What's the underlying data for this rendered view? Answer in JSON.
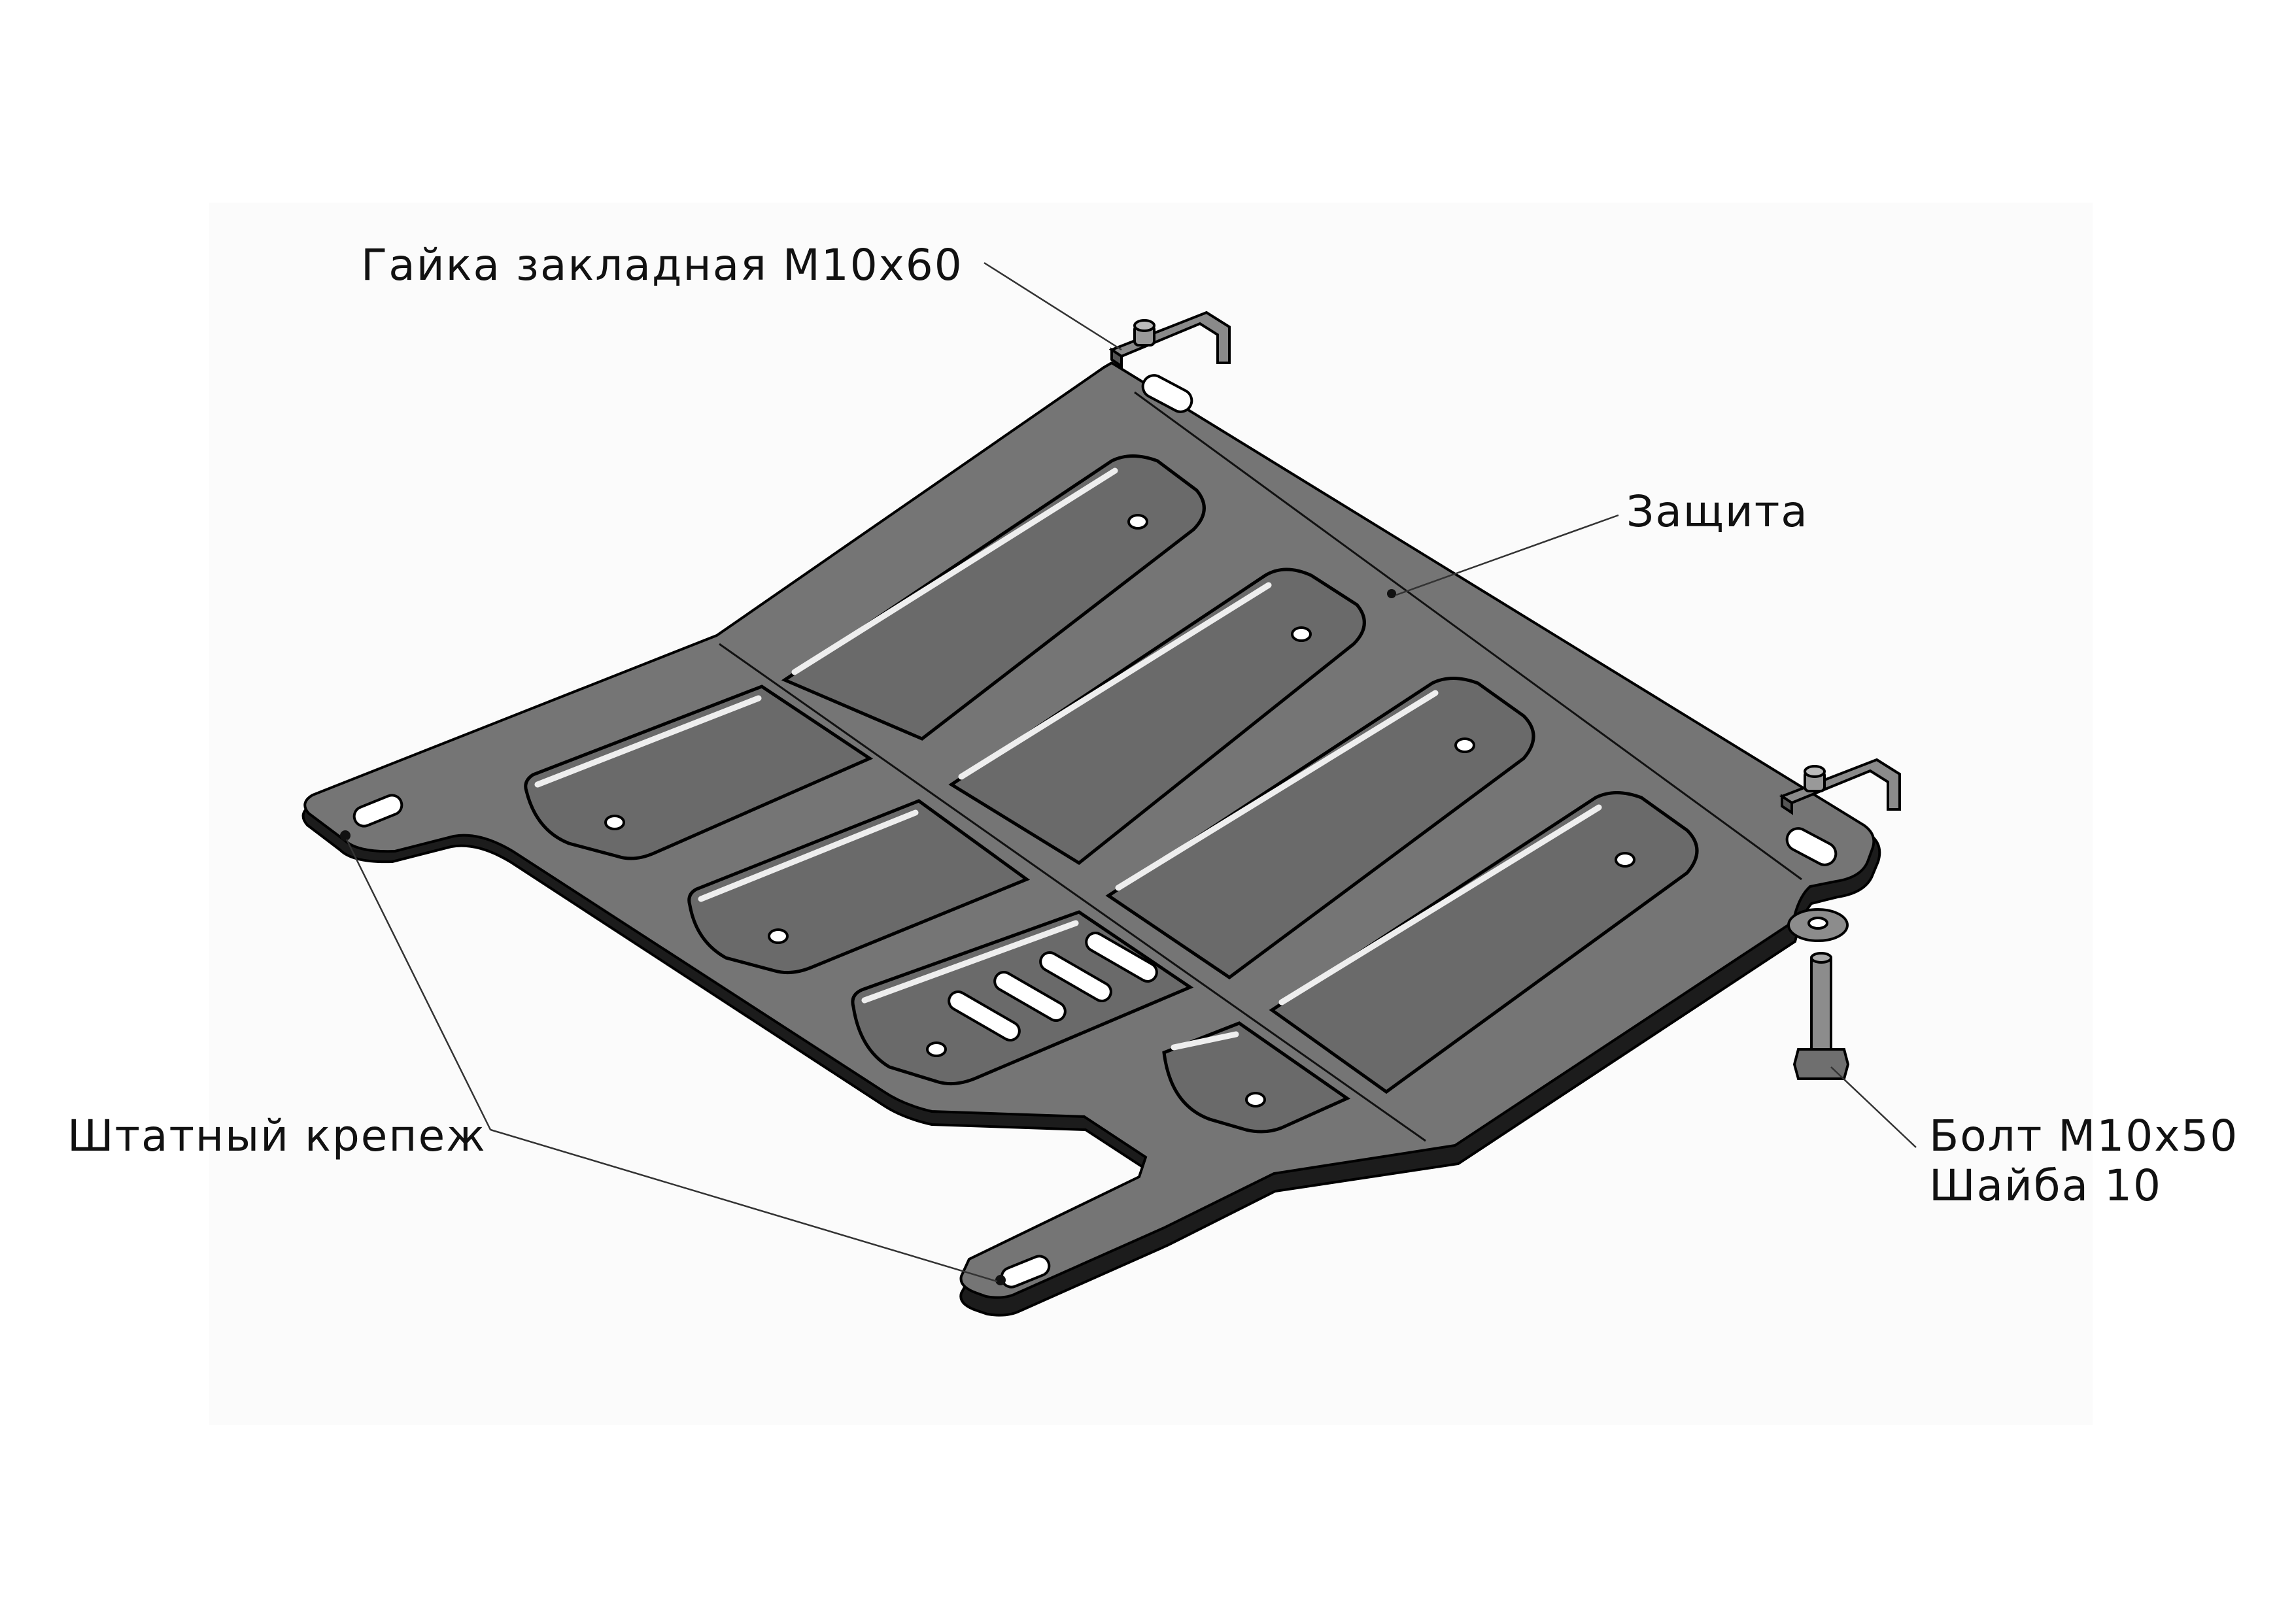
{
  "diagram": {
    "labels": {
      "nut": "Гайка закладная М10х60",
      "guard": "Защита",
      "fastener": "Штатный крепеж",
      "bolt": "Болт М10х50",
      "washer": "Шайба 10"
    }
  }
}
